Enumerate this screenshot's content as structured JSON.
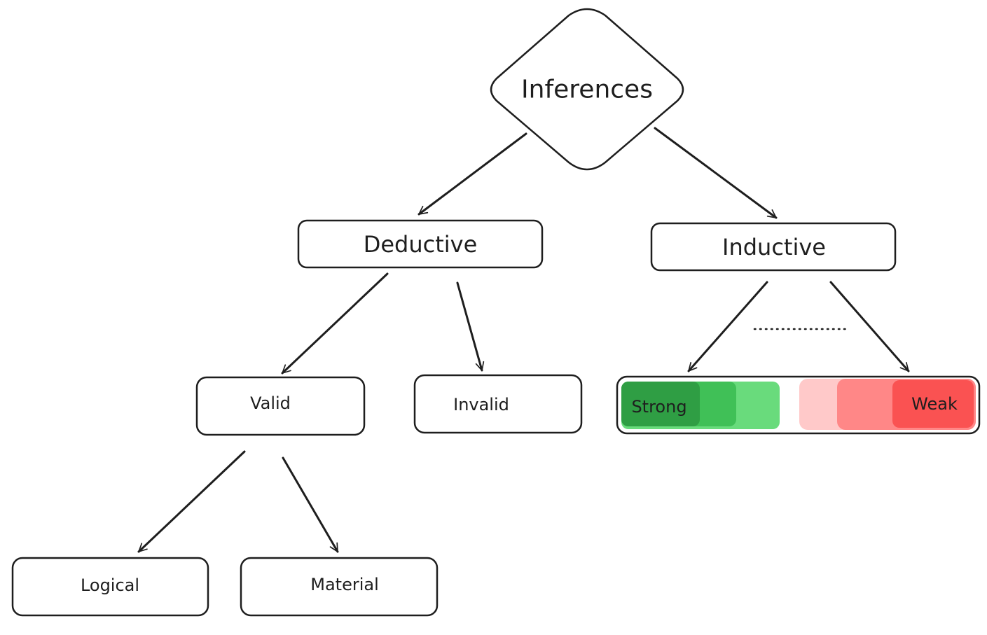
{
  "nodes": {
    "root": {
      "label": "Inferences"
    },
    "deductive": {
      "label": "Deductive"
    },
    "inductive": {
      "label": "Inductive"
    },
    "valid": {
      "label": "Valid"
    },
    "invalid": {
      "label": "Invalid"
    },
    "logical": {
      "label": "Logical"
    },
    "material": {
      "label": "Material"
    },
    "spectrum": {
      "left_label": "Strong",
      "right_label": "Weak"
    }
  },
  "colors": {
    "root_fill": "#a5d8ff",
    "level1_fill": "#ffec99",
    "valid_fill": "#b2f2bb",
    "invalid_fill": "#ffc9c9",
    "logical_fill": "#ffd8a8",
    "material_fill": "#eebefa",
    "stroke": "#1e1e1e",
    "green_1": "#2f9e44",
    "green_2": "#40c057",
    "green_3": "#69db7c",
    "green_4": "#b2f2bb",
    "red_1": "#ffc9c9",
    "red_2": "#ff8787",
    "red_3": "#fa5252"
  }
}
